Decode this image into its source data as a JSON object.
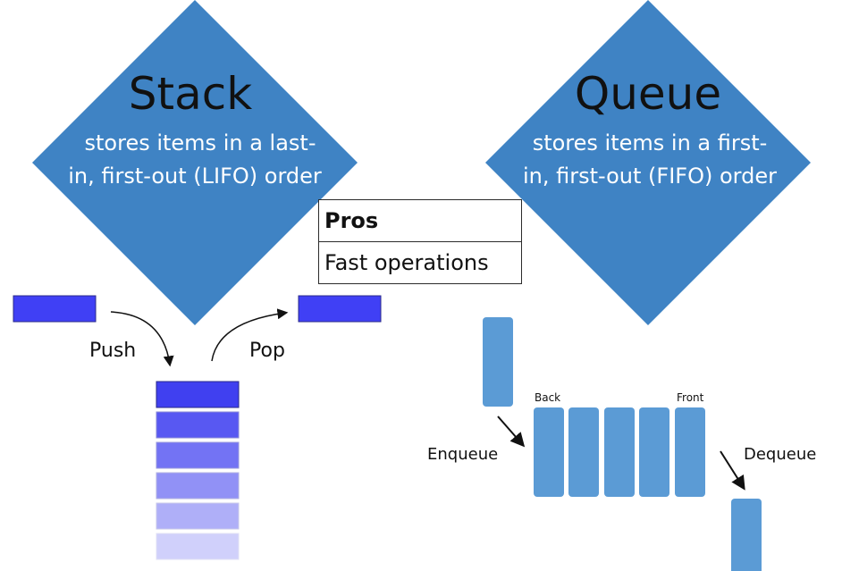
{
  "stack": {
    "title": "Stack",
    "desc_line1": "stores items in a last-",
    "desc_line2": "in, first-out (LIFO) order",
    "push_label": "Push",
    "pop_label": "Pop"
  },
  "queue": {
    "title": "Queue",
    "desc_line1": "stores items in a first-",
    "desc_line2": "in, first-out (FIFO) order",
    "back_label": "Back",
    "front_label": "Front",
    "enqueue_label": "Enqueue",
    "dequeue_label": "Dequeue"
  },
  "pros": {
    "header": "Pros",
    "item": "Fast operations"
  },
  "colors": {
    "diamond": "#3f83c4",
    "stack_item": "#4040f5",
    "queue_item": "#5b9bd5"
  }
}
